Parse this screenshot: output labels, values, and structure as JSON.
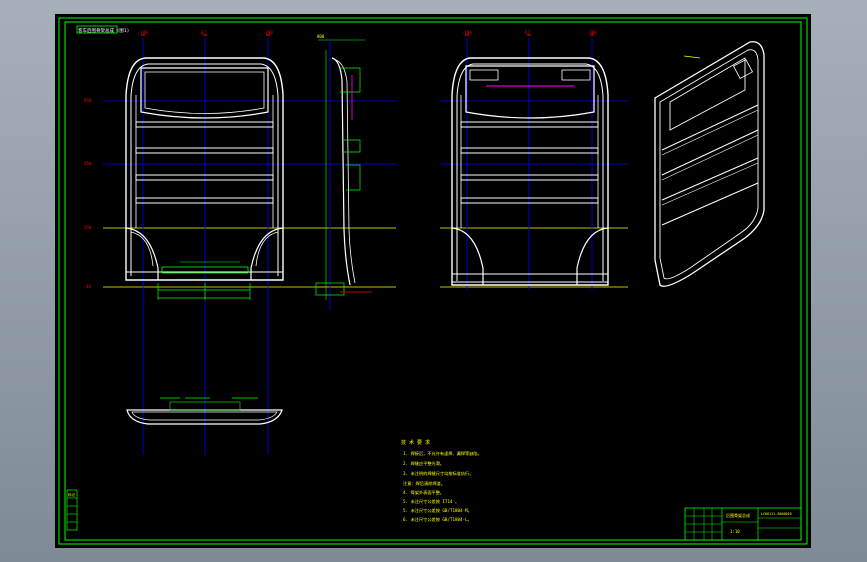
{
  "drawing": {
    "title_tag": "客车后围骨架总成 (图1)",
    "colors": {
      "background": "#000000",
      "frame": "#00ff00",
      "outline": "#ffffff",
      "centerline": "#0000ff",
      "ref_line": "#ffff00",
      "dimension": "#00ff00",
      "tick_mark": "#ff0000",
      "highlight": "#ff00ff"
    },
    "notes": {
      "heading": "技 术 要 求",
      "items": [
        "1. 焊接后，不允许有虚焊、漏焊等缺陷。",
        "2. 焊缝应平整光滑。",
        "3. 未注明的焊缝尺寸均按标准执行。",
        "注意：焊后清除焊渣。",
        "4. 骨架外表面平整。",
        "5. 未注尺寸公差按 IT14 。",
        "5. 未注尺寸公差按 GB/T1804-M。",
        "6. 未注尺寸公差按 GB/T1804-L。"
      ]
    },
    "title_block": {
      "part_name": "后围骨架总成",
      "drawing_no": "LCK6121-5600010",
      "scale": "1:10"
    },
    "left_table_label": "标记",
    "dim_labels": {
      "top_left": "-100",
      "top_mid": "67",
      "top_right": "-200",
      "top_left_2": "-100",
      "top_mid_2": "67",
      "top_right_2": "-200",
      "side_top": "800",
      "row1": "950",
      "row2": "560",
      "row3": "350",
      "row4": "40"
    }
  }
}
